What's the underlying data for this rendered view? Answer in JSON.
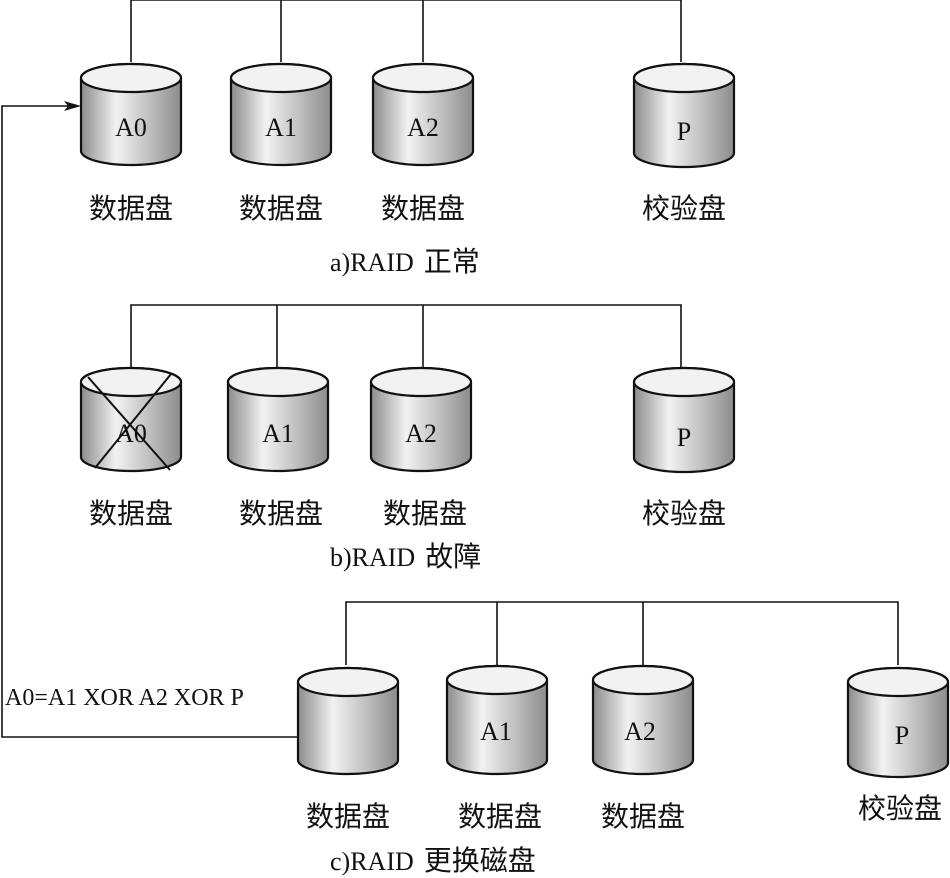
{
  "colors": {
    "line": "#111111",
    "disk_light": "#f2f2f2",
    "disk_mid": "#bdbdbd",
    "disk_dark": "#8c8c8c",
    "background": "#ffffff"
  },
  "panels": [
    {
      "id": "a",
      "caption_label": "a)RAID",
      "caption_zh": "正常",
      "disks": [
        {
          "label": "A0",
          "role": "数据盘",
          "failed": false
        },
        {
          "label": "A1",
          "role": "数据盘",
          "failed": false
        },
        {
          "label": "A2",
          "role": "数据盘",
          "failed": false
        },
        {
          "label": "P",
          "role": "校验盘",
          "failed": false
        }
      ]
    },
    {
      "id": "b",
      "caption_label": "b)RAID",
      "caption_zh": "故障",
      "disks": [
        {
          "label": "A0",
          "role": "数据盘",
          "failed": true
        },
        {
          "label": "A1",
          "role": "数据盘",
          "failed": false
        },
        {
          "label": "A2",
          "role": "数据盘",
          "failed": false
        },
        {
          "label": "P",
          "role": "校验盘",
          "failed": false
        }
      ]
    },
    {
      "id": "c",
      "caption_label": "c)RAID",
      "caption_zh": "更换磁盘",
      "disks": [
        {
          "label": "",
          "role": "数据盘",
          "failed": false
        },
        {
          "label": "A1",
          "role": "数据盘",
          "failed": false
        },
        {
          "label": "A2",
          "role": "数据盘",
          "failed": false
        },
        {
          "label": "P",
          "role": "校验盘",
          "failed": false
        }
      ]
    }
  ],
  "rebuild": {
    "formula": "A0=A1 XOR A2 XOR P"
  }
}
